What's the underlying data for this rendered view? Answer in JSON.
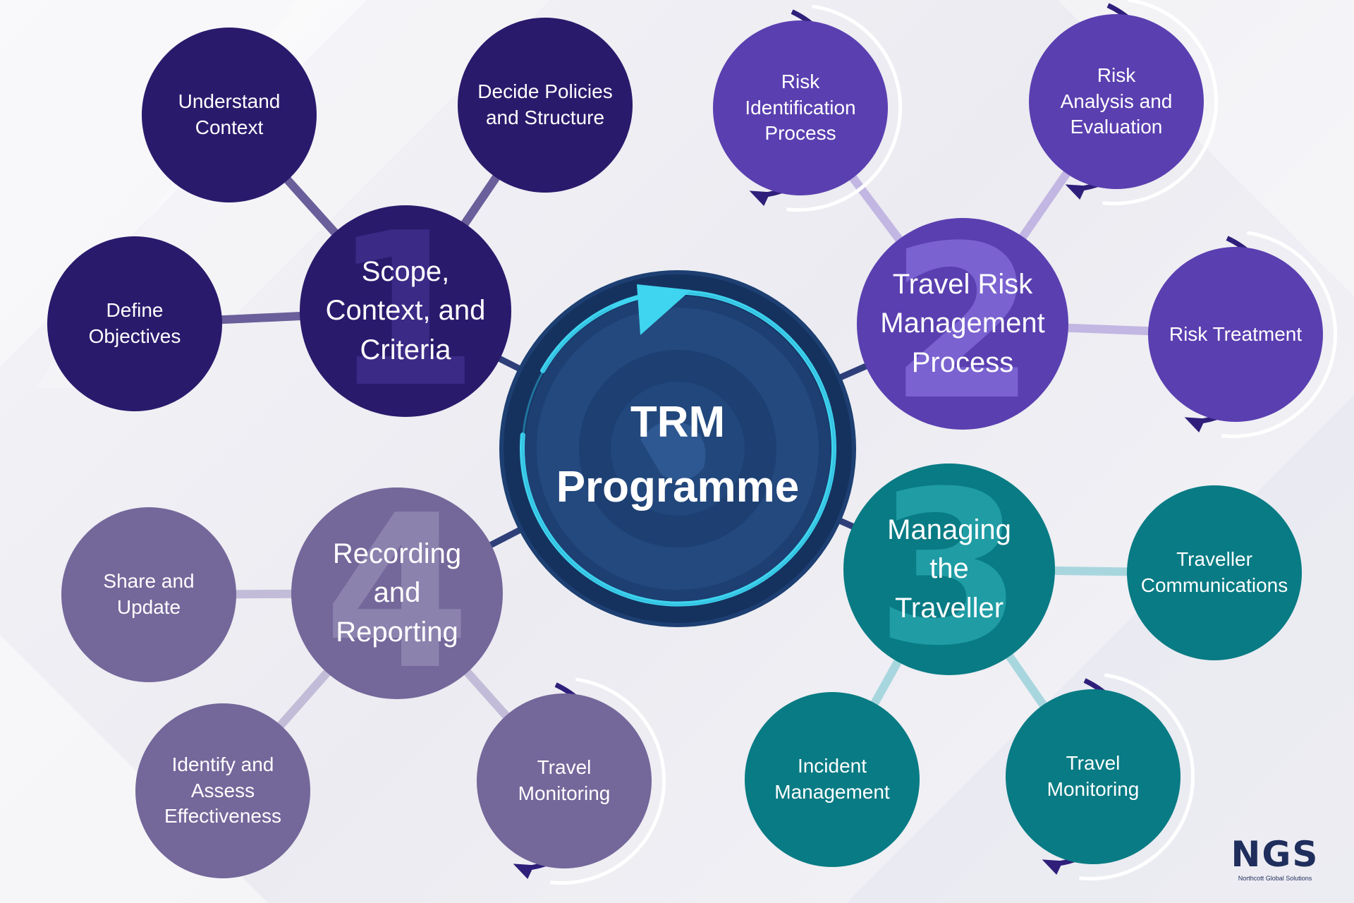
{
  "colors": {
    "background": "#efeff4",
    "center": "#1d3f72",
    "center_ring": "#3fd4ef",
    "scope": "#2a1a6c",
    "travel_risk": "#5a3fb0",
    "managing": "#087b84",
    "recording": "#74679a",
    "arrow_dark": "#2f1f7a"
  },
  "center": {
    "title": "TRM\nProgramme",
    "icon": "refresh-cycle-arrow-icon"
  },
  "branches": [
    {
      "id": "scope",
      "number": "1",
      "title": "Scope,\nContext, and\nCriteria",
      "children": [
        {
          "label": "Understand\nContext"
        },
        {
          "label": "Decide Policies\nand Structure"
        },
        {
          "label": "Define\nObjectives"
        }
      ]
    },
    {
      "id": "travel-risk",
      "number": "2",
      "title": "Travel Risk\nManagement\nProcess",
      "children": [
        {
          "label": "Risk\nIdentification\nProcess"
        },
        {
          "label": "Risk\nAnalysis and\nEvaluation"
        },
        {
          "label": "Risk Treatment"
        }
      ]
    },
    {
      "id": "managing",
      "number": "3",
      "title": "Managing\nthe\nTraveller",
      "children": [
        {
          "label": "Traveller\nCommunications"
        },
        {
          "label": "Incident\nManagement"
        },
        {
          "label": "Travel\nMonitoring"
        }
      ]
    },
    {
      "id": "recording",
      "number": "4",
      "title": "Recording\nand\nReporting",
      "children": [
        {
          "label": "Share and\nUpdate"
        },
        {
          "label": "Identify and\nAssess\nEffectiveness"
        },
        {
          "label": "Travel\nMonitoring"
        }
      ]
    }
  ],
  "logo": {
    "letters": "NGS",
    "subtitle": "Northcott Global Solutions"
  }
}
